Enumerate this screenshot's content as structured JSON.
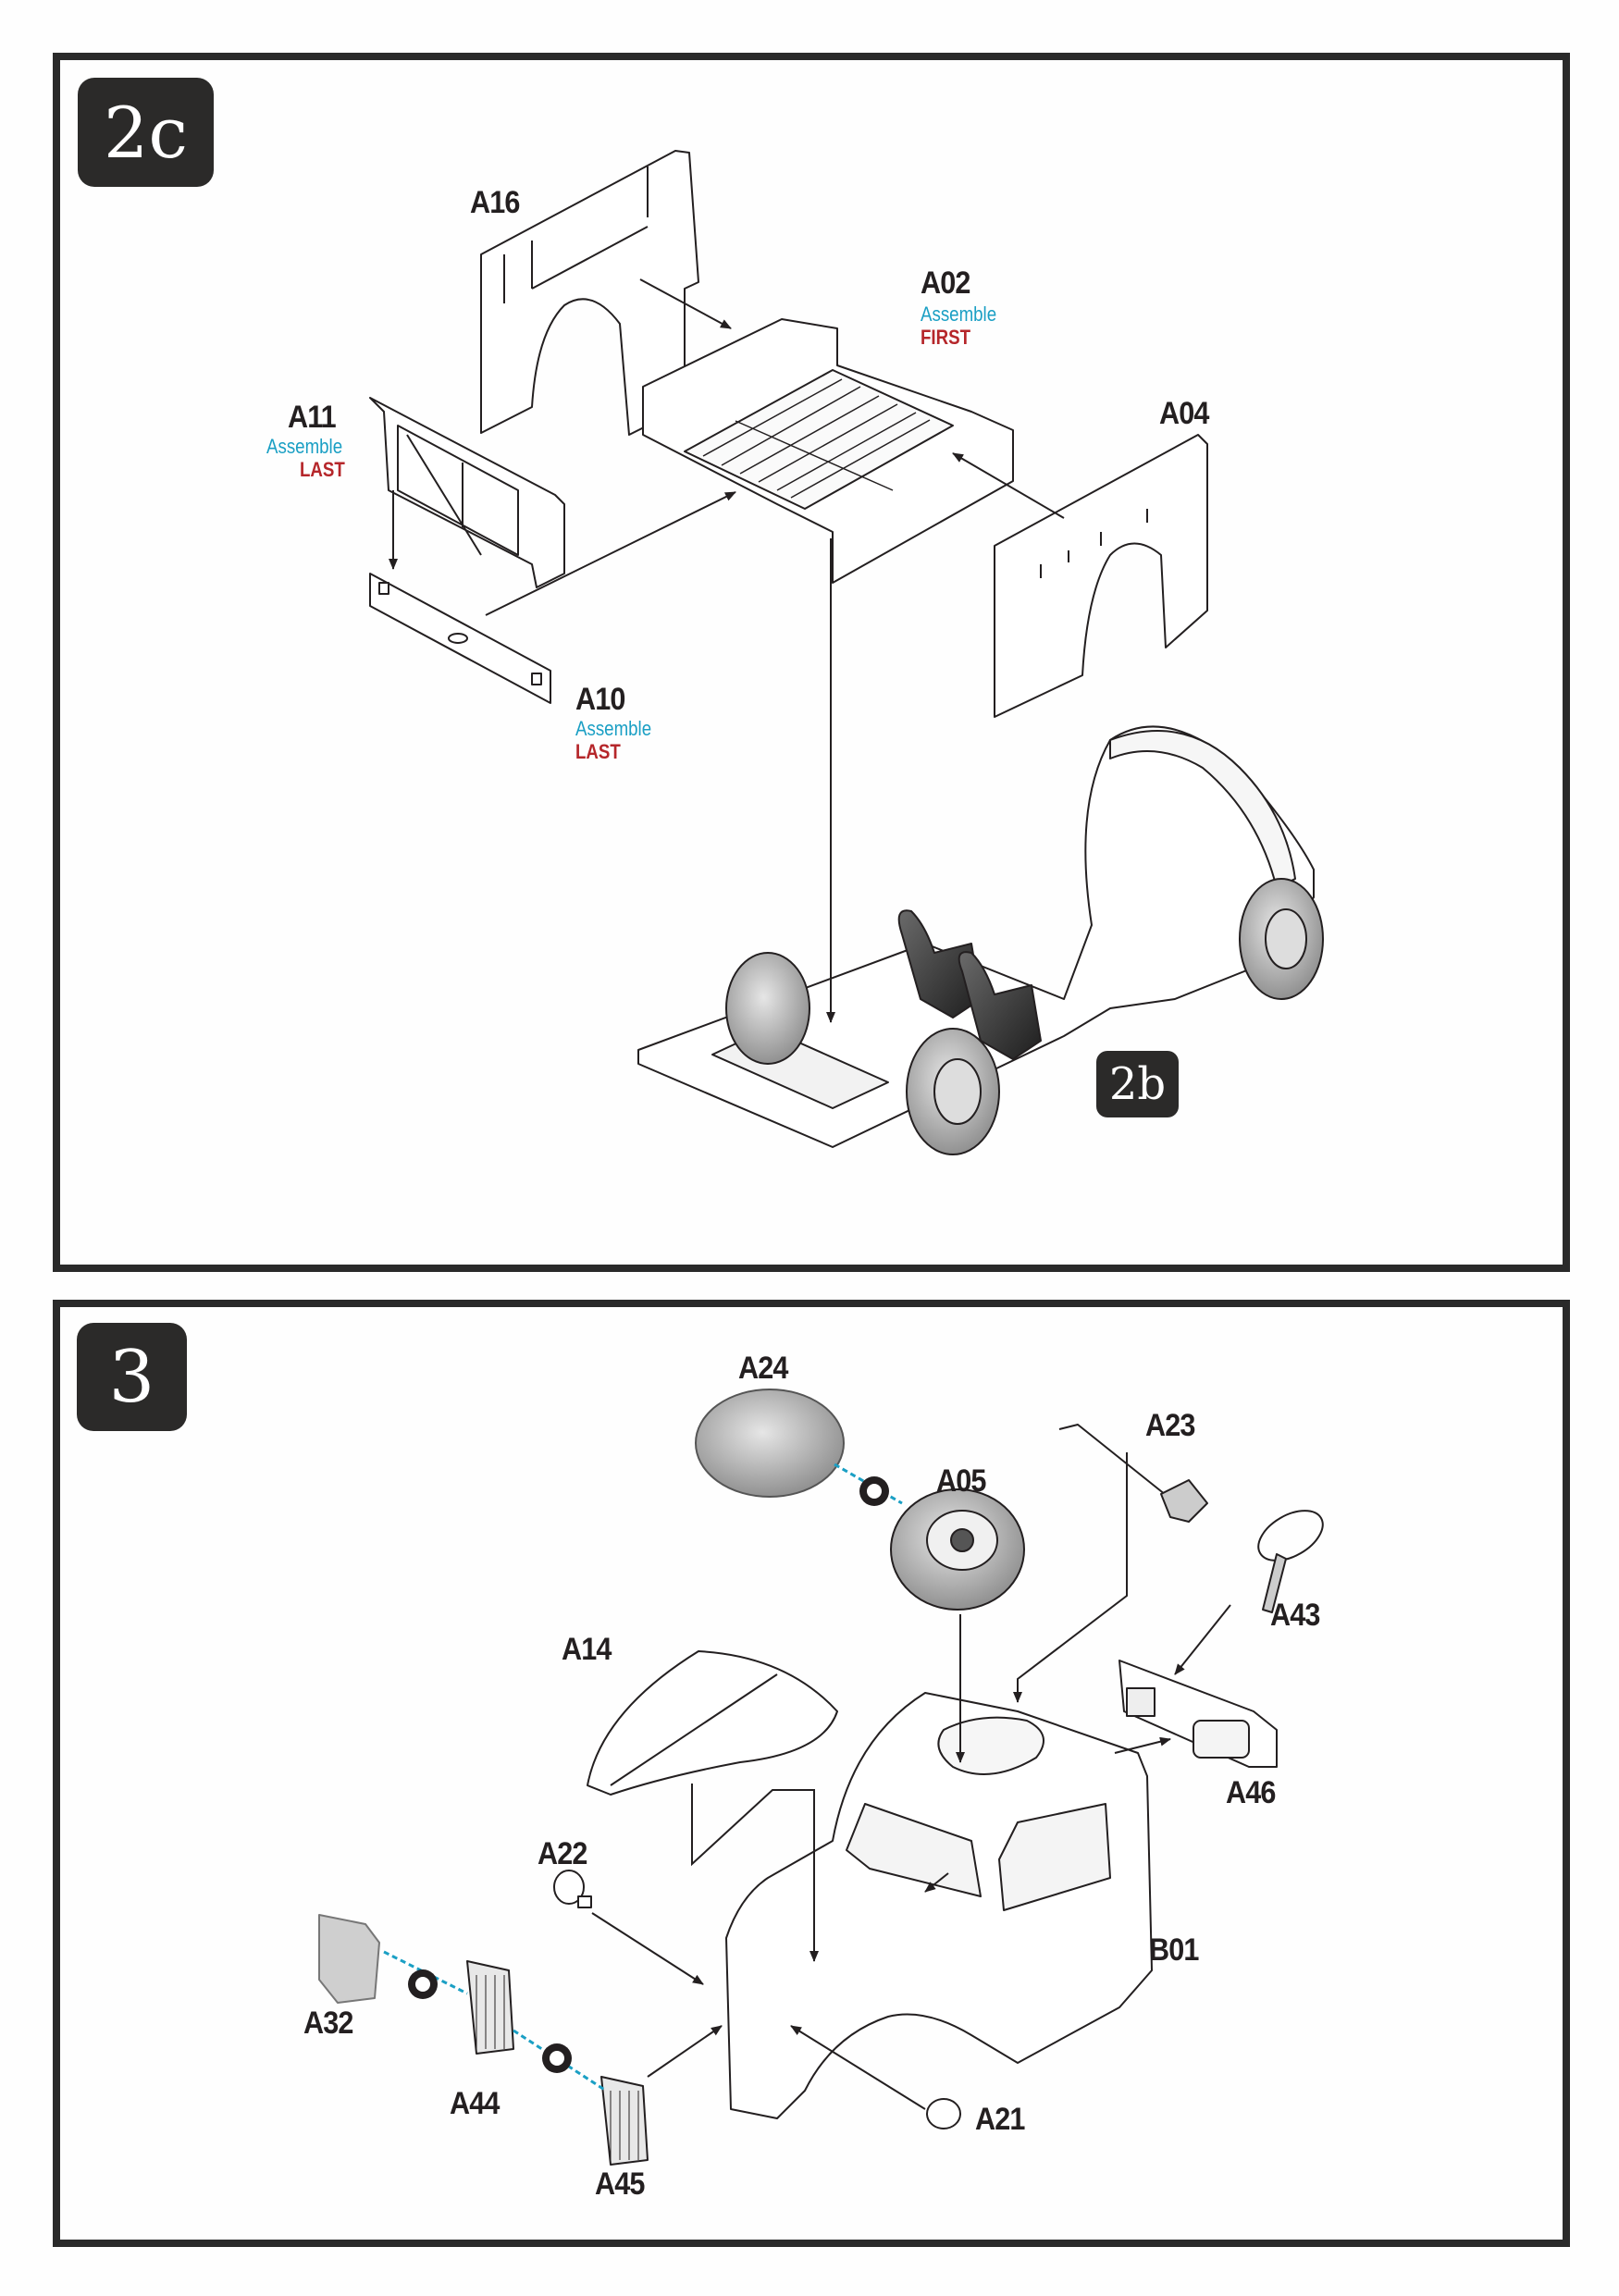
{
  "steps": [
    {
      "badge": "2c",
      "sub_badge": "2b",
      "parts": [
        {
          "id": "A16"
        },
        {
          "id": "A02",
          "note": "Assemble",
          "order": "FIRST"
        },
        {
          "id": "A11",
          "note": "Assemble",
          "order": "LAST"
        },
        {
          "id": "A04"
        },
        {
          "id": "A10",
          "note": "Assemble",
          "order": "LAST"
        }
      ]
    },
    {
      "badge": "3",
      "parts": [
        {
          "id": "A24"
        },
        {
          "id": "A23"
        },
        {
          "id": "A05"
        },
        {
          "id": "A43"
        },
        {
          "id": "A14"
        },
        {
          "id": "A46"
        },
        {
          "id": "A22"
        },
        {
          "id": "B01"
        },
        {
          "id": "A32"
        },
        {
          "id": "A44"
        },
        {
          "id": "A21"
        },
        {
          "id": "A45"
        }
      ]
    }
  ],
  "colors": {
    "border": "#2a2a2a",
    "badge": "#2b2a29",
    "assemble": "#1a9fc4",
    "order": "#b5262a",
    "glue_line": "#1a9fc4"
  },
  "icons": {
    "glue": "glue-symbol-icon",
    "arrow": "assembly-arrow-icon"
  }
}
